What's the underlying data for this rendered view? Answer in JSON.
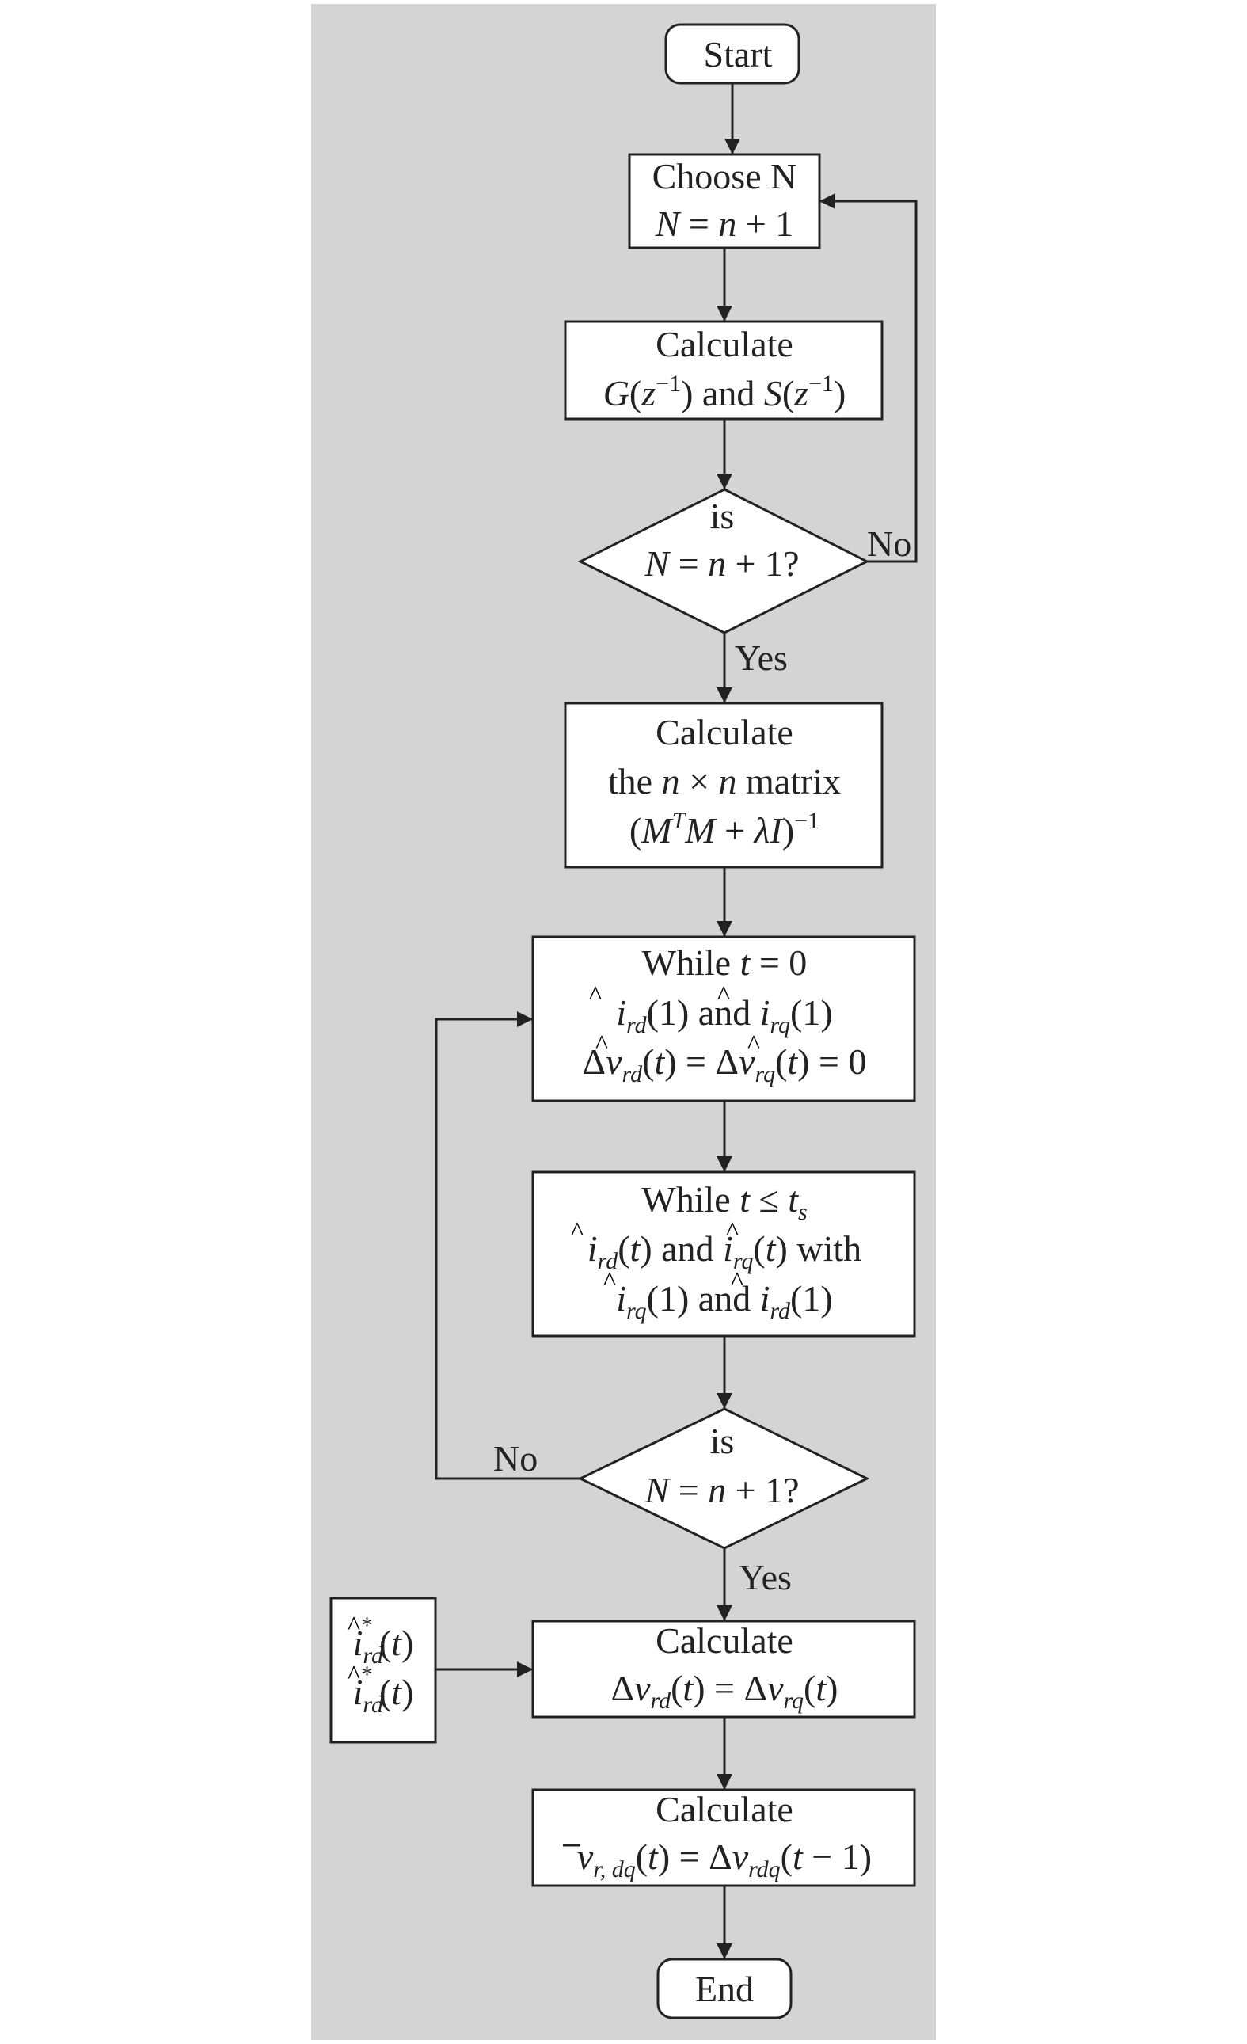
{
  "colors": {
    "panel": "#d4d4d4",
    "box_fill": "#ffffff",
    "stroke": "#222222"
  },
  "flow": {
    "start": "Start",
    "choose_n": {
      "title": "Choose N",
      "eq_a": "N",
      "eq_b": " = ",
      "eq_c": "n",
      "eq_d": " + 1"
    },
    "calc_g_s": {
      "title": "Calculate",
      "g": "G",
      "z": "z",
      "exp": "−1",
      "and": " and ",
      "s": "S"
    },
    "decision1": {
      "label": "is",
      "eq_a": "N",
      "eq_b": " = ",
      "eq_c": "n",
      "eq_d": " + 1?",
      "no": "No",
      "yes": "Yes"
    },
    "calc_matrix": {
      "title": "Calculate",
      "line2_a": "the ",
      "n": "n",
      "times": " × ",
      "line2_b": " matrix",
      "m": "M",
      "t_sup": "T",
      "plus": " + ",
      "lambda": "λ",
      "i": "I",
      "exp": "−1"
    },
    "while_t0": {
      "title_a": "While ",
      "t": "t",
      "title_b": " = 0",
      "i": "i",
      "rd": "rd",
      "rq": "rq",
      "one": "(1)",
      "and": " and ",
      "delta": "Δ",
      "v": "v",
      "paren_t": "t",
      "zero": " = 0",
      "eq": " = "
    },
    "while_ts": {
      "title_a": "While ",
      "t": "t",
      "le": " ≤ ",
      "ts_sub": "s",
      "with": " with",
      "and": " and ",
      "one": "(1)"
    },
    "decision2": {
      "label": "is",
      "eq_a": "N",
      "eq_b": " = ",
      "eq_c": "n",
      "eq_d": " + 1?",
      "no": "No",
      "yes": "Yes"
    },
    "input_box": {
      "i": "i",
      "rd": "rd",
      "star": "*",
      "t": "t"
    },
    "calc_dv": {
      "title": "Calculate",
      "delta": "Δ",
      "v": "v",
      "rd": "rd",
      "rq": "rq",
      "t": "t",
      "eq": " = "
    },
    "calc_vbar": {
      "title": "Calculate",
      "v": "v",
      "sub": "r, dq",
      "t": "t",
      "eq": " = ",
      "delta": "Δ",
      "rdq": "rdq",
      "minus": " − 1"
    },
    "end": "End",
    "hat": "^",
    "lparen": "(",
    "rparen": ")"
  }
}
